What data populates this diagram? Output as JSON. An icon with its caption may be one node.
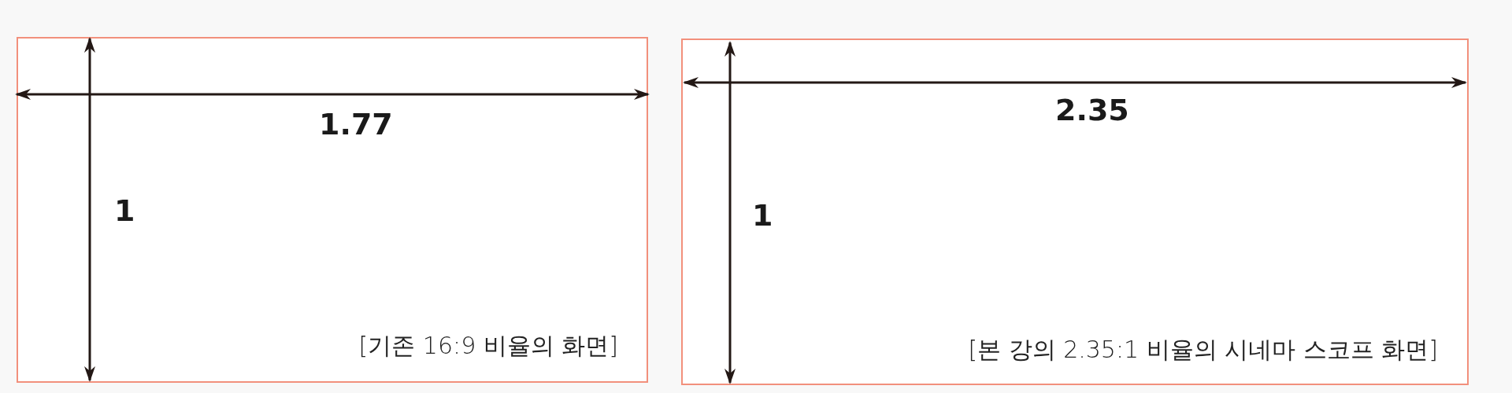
{
  "diagram": {
    "nodes": [
      {
        "text": [
          "[기존 16:9 비율의 화면]"
        ]
      },
      {
        "text": [
          "[본 강의 2.35:1 비율의 시네마 스코프 화면]"
        ]
      }
    ],
    "edges": [],
    "labels": [
      "1.77",
      "1",
      "2.35",
      "1"
    ]
  }
}
